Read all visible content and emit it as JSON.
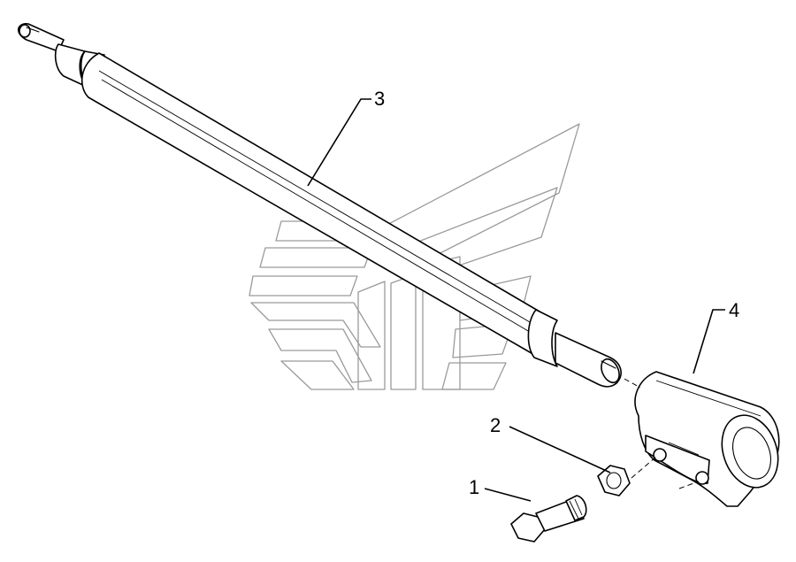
{
  "diagram": {
    "callouts": [
      {
        "id": "1",
        "label": "1",
        "part": "bolt"
      },
      {
        "id": "2",
        "label": "2",
        "part": "nut"
      },
      {
        "id": "3",
        "label": "3",
        "part": "shaft"
      },
      {
        "id": "4",
        "label": "4",
        "part": "clamp-coupling"
      }
    ]
  },
  "colors": {
    "line": "#000000",
    "background": "#ffffff",
    "watermark": "#9a9a9a"
  }
}
